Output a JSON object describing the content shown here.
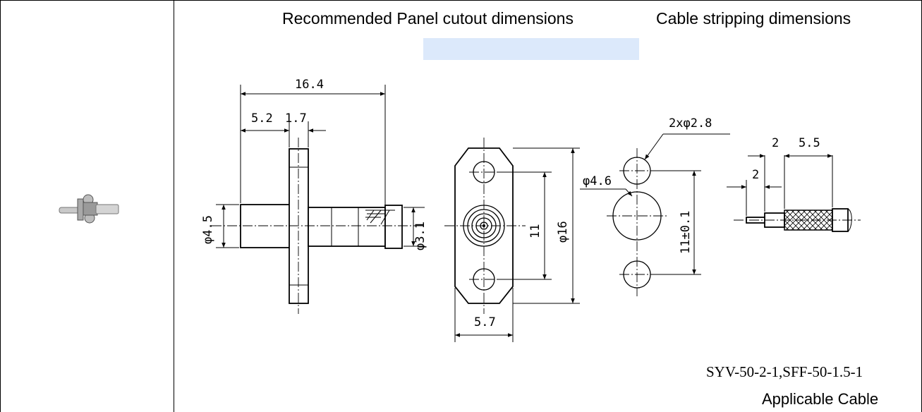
{
  "headers": {
    "panel_cutout": "Recommended Panel cutout dimensions",
    "cable_stripping": "Cable stripping dimensions"
  },
  "side_view": {
    "overall_length": "16.4",
    "flange_offset": "5.2",
    "flange_thickness": "1.7",
    "body_diameter": "φ4.5",
    "tail_diameter": "φ3.1"
  },
  "front_view": {
    "hole_spacing": "11",
    "flange_height": "φ16",
    "width": "5.7"
  },
  "cutout": {
    "holes": "2xφ2.8",
    "center_hole": "φ4.6",
    "hole_spacing": "11±0.1"
  },
  "stripping": {
    "dim_a": "2",
    "dim_b": "5.5",
    "dim_c": "2"
  },
  "cable": {
    "types": "SYV-50-2-1,SFF-50-1.5-1",
    "label": "Applicable Cable"
  },
  "colors": {
    "highlight": "#dce9fb",
    "lines": "#000000"
  }
}
